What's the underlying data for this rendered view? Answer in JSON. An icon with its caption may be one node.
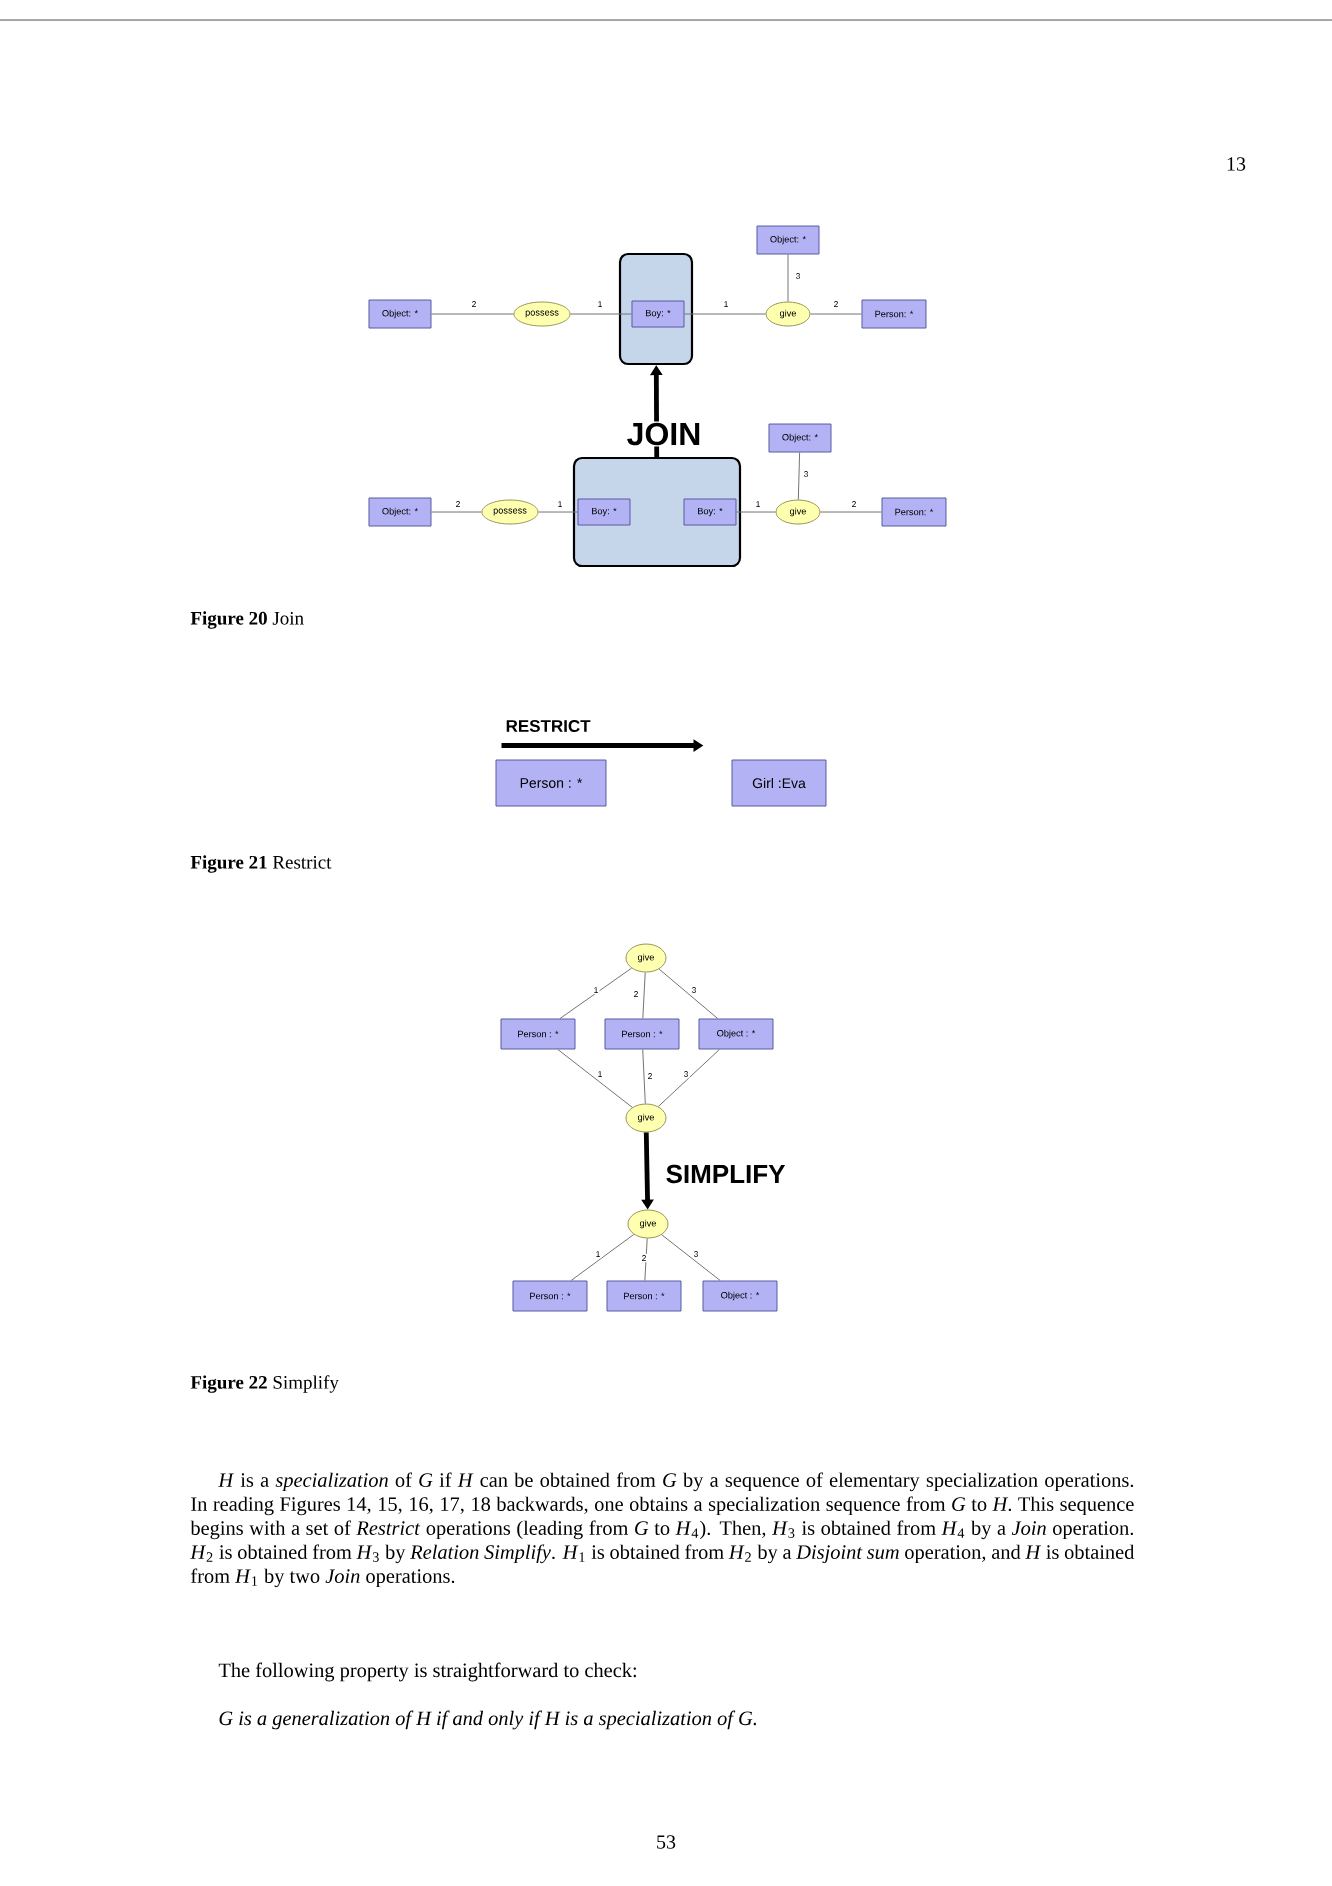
{
  "diagram": {
    "nodes": [
      {
        "text": [
          "Object: *"
        ]
      },
      {
        "text": [
          "possess"
        ]
      },
      {
        "text": [],
        "shape": "box"
      },
      {
        "text": [
          "Boy: *"
        ],
        "in": 2
      },
      {
        "text": [
          "give"
        ]
      },
      {
        "text": [
          "Object: *"
        ]
      },
      {
        "text": [
          "Person: *"
        ]
      },
      {
        "text": [
          "Object: *"
        ]
      },
      {
        "text": [
          "possess"
        ]
      },
      {
        "text": [],
        "shape": "box"
      },
      {
        "text": [
          "Boy: *"
        ],
        "in": 9
      },
      {
        "text": [
          "Boy: *"
        ],
        "in": 9
      },
      {
        "text": [
          "give"
        ]
      },
      {
        "text": [
          "Object: *"
        ]
      },
      {
        "text": [
          "Person: *"
        ]
      },
      {
        "text": [
          "Person : *"
        ]
      },
      {
        "text": [
          "Girl :Eva"
        ]
      },
      {
        "text": [
          "give"
        ]
      },
      {
        "text": [
          "Person : *"
        ]
      },
      {
        "text": [
          "Person : *"
        ]
      },
      {
        "text": [
          "Object : *"
        ]
      },
      {
        "text": [
          "give"
        ]
      },
      {
        "text": [
          "give"
        ]
      },
      {
        "text": [
          "Person : *"
        ]
      },
      {
        "text": [
          "Person : *"
        ]
      },
      {
        "text": [
          "Object : *"
        ]
      }
    ],
    "edges": [
      {
        "from": 0,
        "to": 1,
        "arrow": "none",
        "label": "2"
      },
      {
        "from": 1,
        "to": 3,
        "arrow": "none",
        "label": "1"
      },
      {
        "from": 3,
        "to": 4,
        "arrow": "none",
        "label": "1"
      },
      {
        "from": 4,
        "to": 5,
        "arrow": "none",
        "label": "3"
      },
      {
        "from": 4,
        "to": 6,
        "arrow": "none",
        "label": "2"
      },
      {
        "from": 9,
        "to": 2,
        "arrow": "to",
        "label": "JOIN",
        "style": "thick",
        "color": "#000000"
      },
      {
        "from": 7,
        "to": 8,
        "arrow": "none",
        "label": "2"
      },
      {
        "from": 8,
        "to": 10,
        "arrow": "none",
        "label": "1"
      },
      {
        "from": 11,
        "to": 12,
        "arrow": "none",
        "label": "1"
      },
      {
        "from": 12,
        "to": 13,
        "arrow": "none",
        "label": "3"
      },
      {
        "from": 12,
        "to": 14,
        "arrow": "none",
        "label": "2"
      },
      {
        "from": 15,
        "to": 16,
        "arrow": "to",
        "label": "RESTRICT",
        "style": "thick",
        "color": "#000000"
      },
      {
        "from": 17,
        "to": 18,
        "arrow": "none",
        "label": "1"
      },
      {
        "from": 17,
        "to": 19,
        "arrow": "none",
        "label": "2"
      },
      {
        "from": 17,
        "to": 20,
        "arrow": "none",
        "label": "3"
      },
      {
        "from": 21,
        "to": 18,
        "arrow": "none",
        "label": "1"
      },
      {
        "from": 21,
        "to": 19,
        "arrow": "none",
        "label": "2"
      },
      {
        "from": 21,
        "to": 20,
        "arrow": "none",
        "label": "3"
      },
      {
        "from": 21,
        "to": 22,
        "arrow": "to",
        "label": "SIMPLIFY",
        "style": "thick",
        "color": "#000000"
      },
      {
        "from": 22,
        "to": 23,
        "arrow": "none",
        "label": "1"
      },
      {
        "from": 22,
        "to": 24,
        "arrow": "none",
        "label": "2"
      },
      {
        "from": 22,
        "to": 25,
        "arrow": "none",
        "label": "3"
      }
    ],
    "labels": [
      "13",
      "**Figure 20** Join",
      "**Figure 21** Restrict",
      "**Figure 22** Simplify",
      "*H* is a *specialization* of *G* if *H* can be obtained from *G* by a sequence of elementary specialization operations. In reading Figures 14, 15, 16, 17, 18 backwards, one obtains a specialization sequence from *G* to *H*. This sequence begins with a set of *Restrict* operations (leading from *G* to *H*$_{4}$). Then, *H*$_{3}$ is obtained from *H*$_{4}$ by a *Join* operation. *H*$_{2}$ is obtained from *H*$_{3}$ by *Relation Simplify*. *H*$_{1}$ is obtained from *H*$_{2}$ by a *Disjoint sum* operation, and *H* is obtained from *H*$_{1}$ by two *Join* operations.",
      "The following property is straightforward to check:",
      "G is a generalization of H if and only if H is a specialization of G.",
      "53"
    ]
  }
}
